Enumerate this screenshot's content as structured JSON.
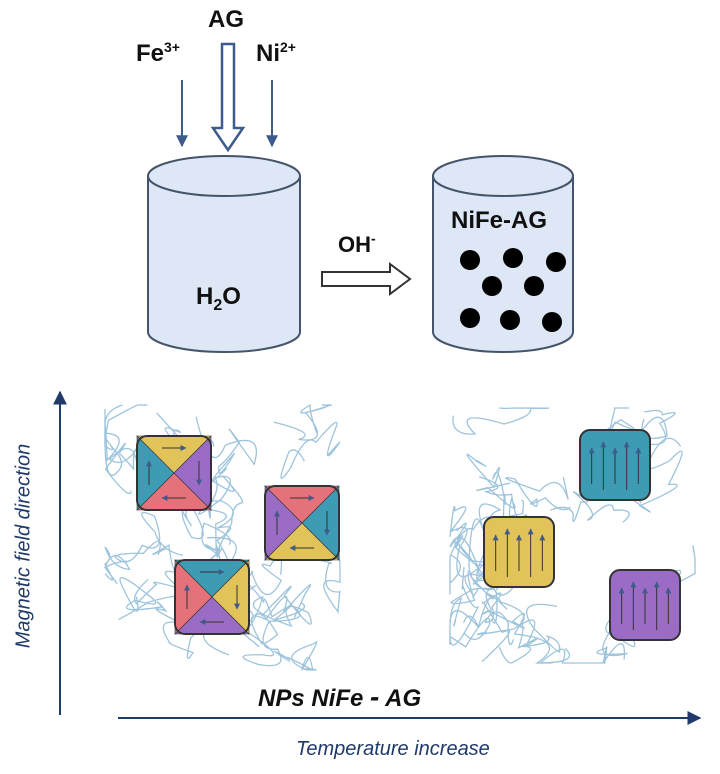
{
  "reagents": {
    "fe": {
      "symbol": "Fe",
      "charge": "3+"
    },
    "ag": "AG",
    "ni": {
      "symbol": "Ni",
      "charge": "2+"
    }
  },
  "beaker_left": {
    "label_main": "H",
    "label_sub": "2",
    "label_end": "O"
  },
  "reaction_arrow": {
    "label_main": "OH",
    "label_sup": "-"
  },
  "beaker_right": {
    "label": "NiFe-AG"
  },
  "bottom": {
    "label_main": "NPs NiFe",
    "label_sep": "-",
    "label_end": "AG",
    "y_axis_label": "Magnetic field direction",
    "x_axis_label": "Temperature increase"
  },
  "colors": {
    "beaker_fill": "#dde7f5",
    "beaker_stroke": "#44546a",
    "arrow_stroke": "#3f5b8c",
    "polymer": "#9ec4dc",
    "domain_teal": "#3d9bb3",
    "domain_purple": "#9b6cc6",
    "domain_yellow": "#e2c35a",
    "domain_red": "#e5727a",
    "particle": "#000000"
  }
}
